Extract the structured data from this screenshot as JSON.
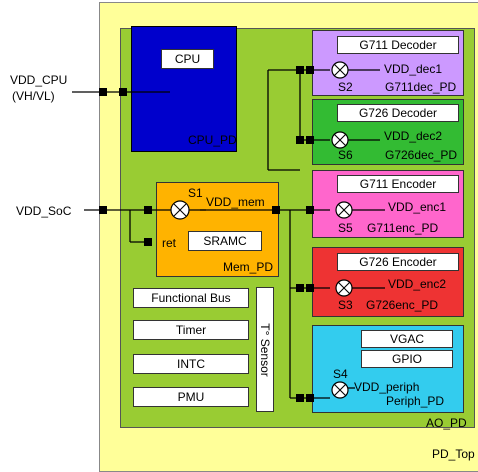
{
  "colors": {
    "pd_top": "#ffff99",
    "ao_pd": "#99cc33",
    "cpu_pd": "#0000cc",
    "mem_pd": "#ffb300",
    "g711dec": "#cc99ff",
    "g726dec": "#33bb33",
    "g711enc": "#ff66cc",
    "g726enc": "#ee3333",
    "periph": "#33ccee"
  },
  "external": {
    "vdd_cpu_line1": "VDD_CPU",
    "vdd_cpu_line2": "(VH/VL)",
    "vdd_soc": "VDD_SoC"
  },
  "pd_top": {
    "label": "PD_Top"
  },
  "ao_pd": {
    "label": "AO_PD"
  },
  "cpu_pd": {
    "block": "CPU",
    "rail": "VDD_CPU",
    "label": "CPU_PD"
  },
  "mem_pd": {
    "switch": "S1",
    "rail": "VDD_mem",
    "ret": "ret",
    "block": "SRAMC",
    "label": "Mem_PD"
  },
  "g711dec": {
    "block": "G711 Decoder",
    "rail": "VDD_dec1",
    "switch": "S2",
    "label": "G711dec_PD"
  },
  "g726dec": {
    "block": "G726 Decoder",
    "rail": "VDD_dec2",
    "switch": "S6",
    "label": "G726dec_PD"
  },
  "g711enc": {
    "block": "G711 Encoder",
    "rail": "VDD_enc1",
    "switch": "S5",
    "label": "G711enc_PD"
  },
  "g726enc": {
    "block": "G726 Encoder",
    "rail": "VDD_enc2",
    "switch": "S3",
    "label": "G726enc_PD"
  },
  "periph": {
    "blocks": [
      "VGAC",
      "GPIO"
    ],
    "switch": "S4",
    "rail": "VDD_periph",
    "label": "Periph_PD"
  },
  "ao_blocks": [
    "Functional Bus",
    "Timer",
    "INTC",
    "PMU"
  ],
  "sensor": "T° Sensor"
}
